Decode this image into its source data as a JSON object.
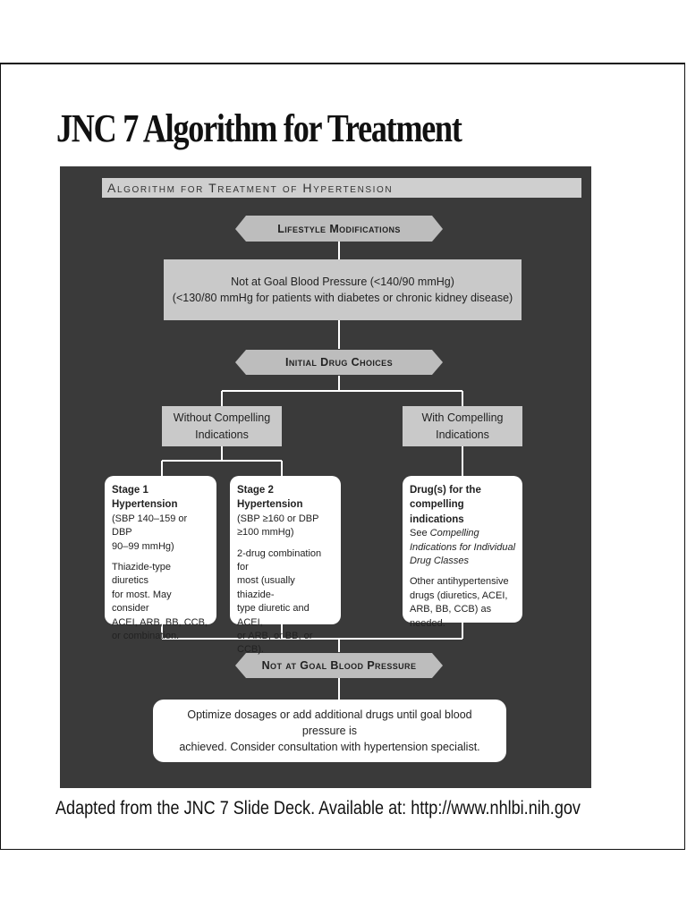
{
  "slide": {
    "title": "JNC 7 Algorithm for Treatment",
    "caption": "Adapted from the JNC 7 Slide Deck. Available at: http://www.nhlbi.nih.gov"
  },
  "algorithm": {
    "header": "Algorithm for Treatment of Hypertension",
    "lifestyle": "Lifestyle Modifications",
    "goal_line1": "Not at Goal Blood Pressure (<140/90 mmHg)",
    "goal_line2": "(<130/80 mmHg for patients with diabetes or chronic kidney disease)",
    "initial": "Initial Drug Choices",
    "without_line1": "Without Compelling",
    "without_line2": "Indications",
    "with_line1": "With Compelling",
    "with_line2": "Indications",
    "stage1": {
      "title": "Stage 1",
      "title2": "Hypertension",
      "criteria1": "(SBP 140–159 or DBP",
      "criteria2": "90–99 mmHg)",
      "t1": "Thiazide-type diuretics",
      "t2": "for most. May consider",
      "t3": "ACEI, ARB, BB, CCB,",
      "t4": "or combination."
    },
    "stage2": {
      "title": "Stage 2",
      "title2": "Hypertension",
      "criteria1": "(SBP ≥160 or DBP",
      "criteria2": "≥100 mmHg)",
      "t1": "2-drug combination for",
      "t2": "most (usually thiazide-",
      "t3": "type diuretic and ACEI,",
      "t4": "or ARB, or BB, or CCB)."
    },
    "compelling": {
      "title": "Drug(s) for the",
      "title2": "compelling indications",
      "see": "See",
      "see_ref1": "Compelling",
      "see_ref2": "Indications for Individual",
      "see_ref3": "Drug Classes",
      "o1": "Other antihypertensive",
      "o2": "drugs (diuretics, ACEI,",
      "o3": "ARB, BB, CCB) as needed."
    },
    "not_at_goal": "Not at Goal Blood Pressure",
    "optimize_line1": "Optimize dosages or add additional drugs until goal blood pressure is",
    "optimize_line2": "achieved. Consider consultation with hypertension specialist."
  }
}
